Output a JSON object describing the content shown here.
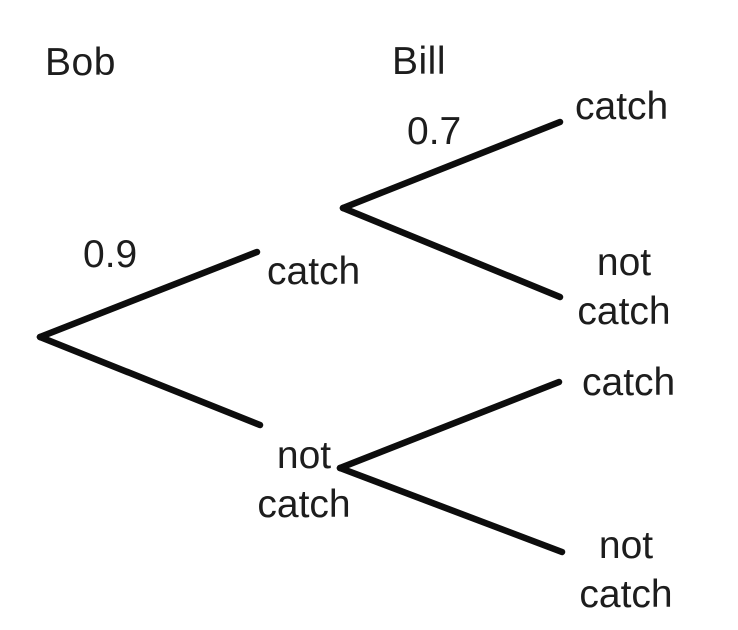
{
  "diagram_type": "probability-tree",
  "headers": {
    "bob": "Bob",
    "bill": "Bill"
  },
  "tree": {
    "stage1": {
      "probability": "0.9",
      "catch": {
        "line1": "catch"
      },
      "not_catch": {
        "line1": "not",
        "line2": "catch"
      }
    },
    "stage2_after_catch": {
      "probability": "0.7",
      "catch": {
        "line1": "catch"
      },
      "not_catch": {
        "line1": "not",
        "line2": "catch"
      }
    },
    "stage2_after_not_catch": {
      "catch": {
        "line1": "catch"
      },
      "not_catch": {
        "line1": "not",
        "line2": "catch"
      }
    }
  },
  "colors": {
    "text": "#1d1d1d",
    "line": "#0d0d0d",
    "background": "#ffffff"
  }
}
